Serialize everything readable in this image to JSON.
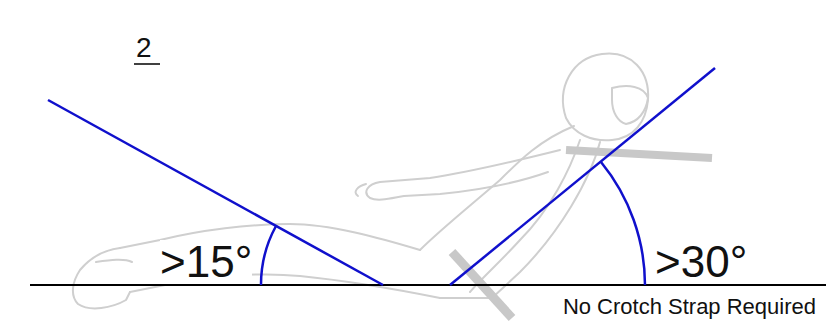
{
  "diagram": {
    "labels": [
      ">15°",
      ">30°",
      "No Crotch Strap Required",
      "2"
    ]
  }
}
